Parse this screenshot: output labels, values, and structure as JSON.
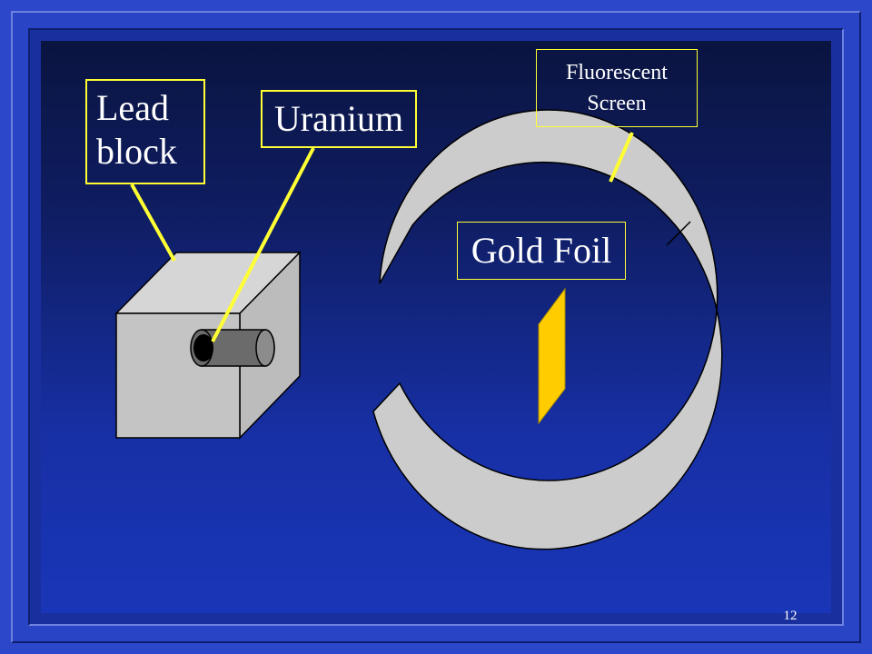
{
  "labels": {
    "lead_block": "Lead block",
    "uranium": "Uranium",
    "fluorescent_screen": "Fluorescent Screen",
    "gold_foil": "Gold Foil"
  },
  "page_number": "12",
  "colors": {
    "label_border": "#ffff33",
    "pointer_line": "#ffff33",
    "gold_foil": "#ffcc00",
    "screen": "#cccccc",
    "block": "#c4c4c4"
  }
}
